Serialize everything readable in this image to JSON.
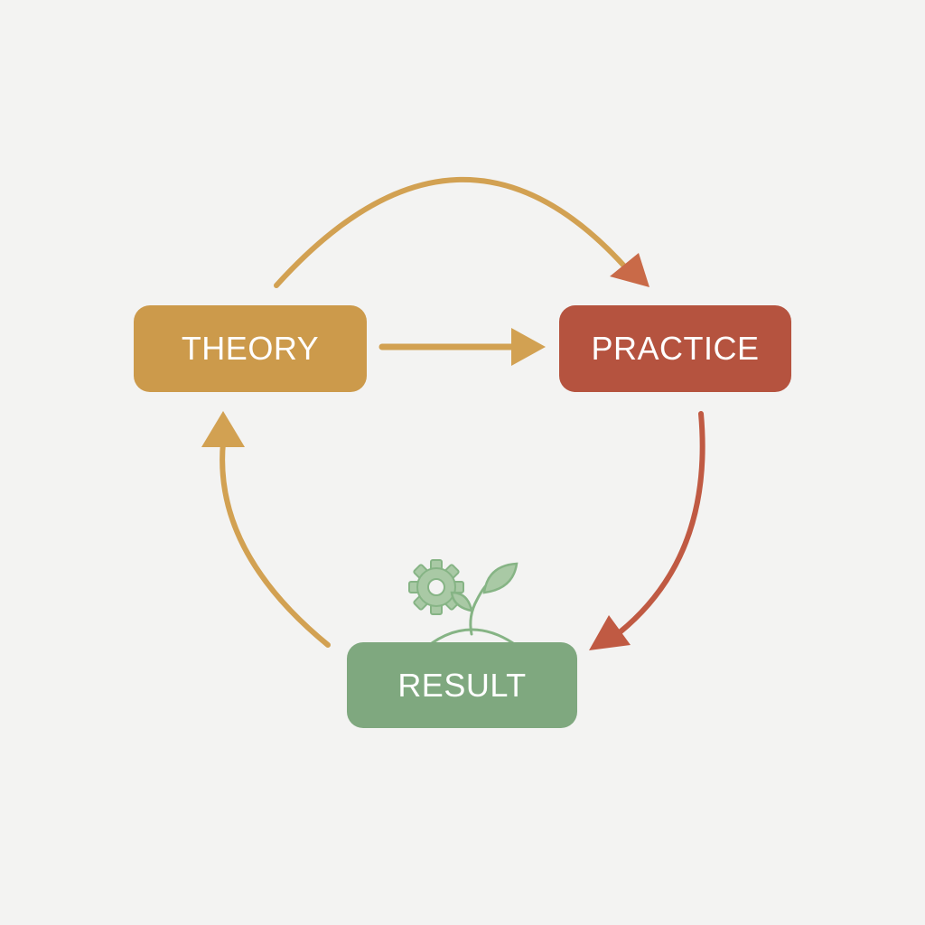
{
  "colors": {
    "background": "#f3f3f2",
    "theory": "#cc9a4b",
    "practice": "#b5533f",
    "result": "#7fa87f",
    "arrow_gold": "#d2a152",
    "arrow_red": "#c05a43",
    "icon_green": "#86b485"
  },
  "nodes": {
    "theory": {
      "label": "THEORY"
    },
    "practice": {
      "label": "PRACTICE"
    },
    "result": {
      "label": "RESULT",
      "icon": "gear-and-sprout-icon"
    }
  }
}
